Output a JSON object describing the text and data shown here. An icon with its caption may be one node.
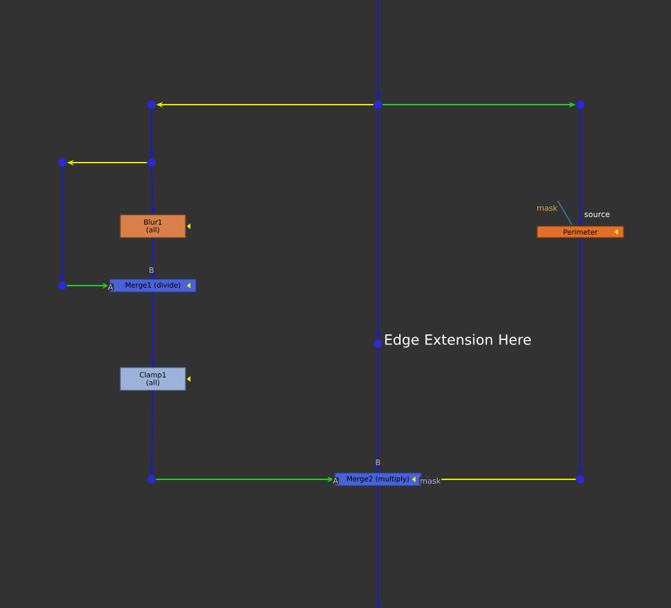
{
  "diagram": {
    "nodes": [
      {
        "text": [],
        "shape": "circle"
      },
      {
        "text": [],
        "shape": "circle"
      },
      {
        "text": [],
        "shape": "circle"
      },
      {
        "text": [],
        "shape": "circle"
      },
      {
        "text": [],
        "shape": "circle"
      },
      {
        "text": [
          "Blur1 (all)"
        ]
      },
      {
        "text": [],
        "shape": "circle"
      },
      {
        "text": [
          "Merge1 (divide)"
        ]
      },
      {
        "text": [
          "Clamp1 (all)"
        ]
      },
      {
        "text": [],
        "shape": "circle"
      },
      {
        "text": [
          "Perimeter"
        ]
      },
      {
        "text": [],
        "shape": "circle"
      },
      {
        "text": [
          "Merge2 (multiply)"
        ]
      },
      {
        "text": [],
        "shape": "circle",
        "beside": [
          "Edge Extension Here"
        ]
      }
    ],
    "edges": [
      {
        "from": null,
        "to": 1,
        "arrow": "to"
      },
      {
        "from": 1,
        "to": 0,
        "arrow": "to",
        "color": "#e6e600"
      },
      {
        "from": 1,
        "to": 2,
        "arrow": "to",
        "color": "#22cc22"
      },
      {
        "from": 0,
        "to": 3,
        "arrow": "to"
      },
      {
        "from": 3,
        "to": 4,
        "arrow": "to",
        "color": "#e6e600"
      },
      {
        "from": 3,
        "to": 5,
        "arrow": "to"
      },
      {
        "from": 4,
        "to": 6,
        "arrow": "to"
      },
      {
        "from": 6,
        "to": 7,
        "arrow": "to",
        "label": "A",
        "color": "#22cc22"
      },
      {
        "from": 5,
        "to": 7,
        "arrow": "to",
        "label": "B"
      },
      {
        "from": 7,
        "to": 8,
        "arrow": "to"
      },
      {
        "from": 8,
        "to": 9,
        "arrow": "to"
      },
      {
        "from": 9,
        "to": 12,
        "arrow": "to",
        "label": "A",
        "color": "#22cc22"
      },
      {
        "from": 2,
        "to": 10,
        "arrow": "to"
      },
      {
        "from": 10,
        "to": 11,
        "arrow": "to"
      },
      {
        "from": 11,
        "to": 12,
        "arrow": "to",
        "label": "mask",
        "color": "#e6e600"
      },
      {
        "from": 1,
        "to": 13,
        "arrow": "to"
      },
      {
        "from": 13,
        "to": 12,
        "arrow": "to",
        "label": "B"
      },
      {
        "from": 12,
        "to": null,
        "arrow": "to"
      }
    ],
    "labels": [
      "mask",
      "source"
    ]
  }
}
